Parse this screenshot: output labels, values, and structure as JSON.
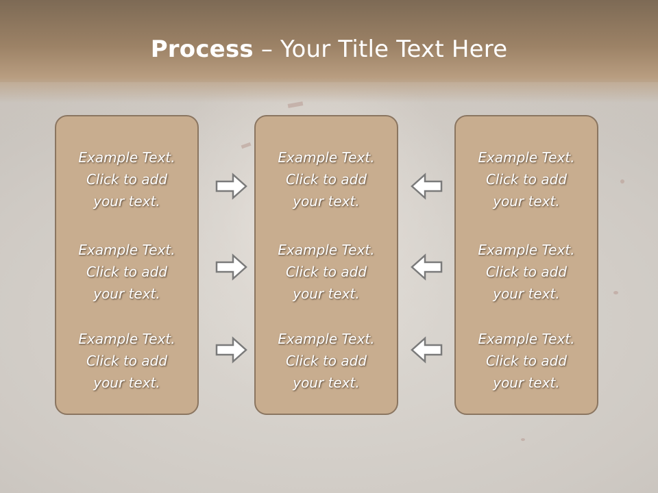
{
  "slide": {
    "title_bold": "Process",
    "title_rest": " – Your Title Text Here"
  },
  "columns": [
    {
      "items": [
        {
          "line1": "Example Text.",
          "line2": "Click  to add",
          "line3": "your text."
        },
        {
          "line1": "Example Text.",
          "line2": "Click  to add",
          "line3": "your text."
        },
        {
          "line1": "Example Text.",
          "line2": "Click  to add",
          "line3": "your text."
        }
      ]
    },
    {
      "items": [
        {
          "line1": "Example Text.",
          "line2": "Click  to add",
          "line3": "your text."
        },
        {
          "line1": "Example Text.",
          "line2": "Click  to add",
          "line3": "your text."
        },
        {
          "line1": "Example Text.",
          "line2": "Click  to add",
          "line3": "your text."
        }
      ]
    },
    {
      "items": [
        {
          "line1": "Example Text.",
          "line2": "Click  to add",
          "line3": "your text."
        },
        {
          "line1": "Example Text.",
          "line2": "Click  to add",
          "line3": "your text."
        },
        {
          "line1": "Example Text.",
          "line2": "Click  to add",
          "line3": "your text."
        }
      ]
    }
  ],
  "arrows": {
    "left_group_icon": "arrow-right-icon",
    "right_group_icon": "arrow-left-icon"
  },
  "colors": {
    "header": "#9c8266",
    "box_fill": "#c8ad8f",
    "box_border": "#8a7560",
    "arrow_fill": "#ffffff",
    "arrow_stroke": "#7a7a7a"
  }
}
